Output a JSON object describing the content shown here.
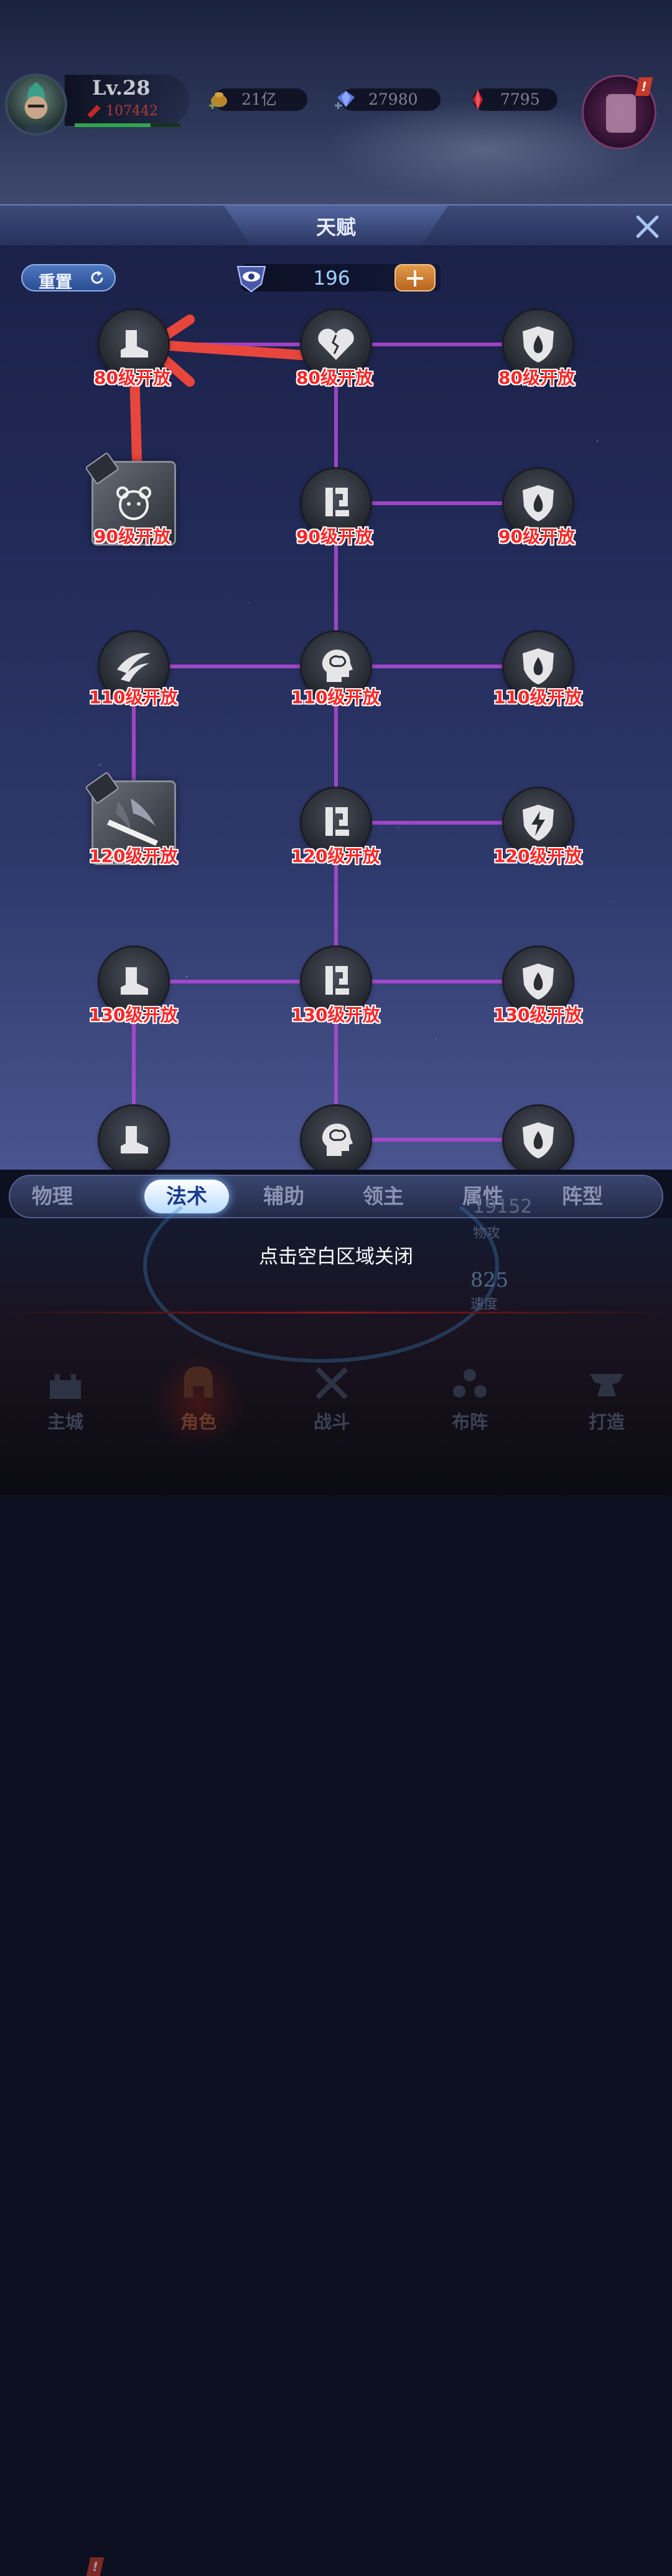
{
  "hud": {
    "level": "Lv.28",
    "power": "107442",
    "gold": "21亿",
    "diamond": "27980",
    "ruby": "7795",
    "alert_mark": "!"
  },
  "panel": {
    "title": "天赋",
    "reset_label": "重置",
    "talent_points": "196"
  },
  "tree": {
    "row1": {
      "left": "80级开放",
      "mid": "80级开放",
      "right": "80级开放"
    },
    "row2": {
      "left": "90级开放",
      "mid": "90级开放",
      "right": "90级开放"
    },
    "row3": {
      "left": "110级开放",
      "mid": "110级开放",
      "right": "110级开放"
    },
    "row4": {
      "left": "120级开放",
      "mid": "120级开放",
      "right": "120级开放"
    },
    "row5": {
      "left": "130级开放",
      "mid": "130级开放",
      "right": "130级开放"
    }
  },
  "tabs": [
    "物理",
    "法术",
    "辅助",
    "领主",
    "属性",
    "阵型"
  ],
  "active_tab": "法术",
  "hint": "点击空白区域关闭",
  "background_stats": {
    "partial_value": "19152",
    "partial_label": "物攻",
    "speed_value": "825",
    "speed_label": "速度"
  },
  "bottom_nav": {
    "main_city": "主城",
    "character": "角色",
    "battle": "战斗",
    "formation": "布阵",
    "forge": "打造"
  },
  "colors": {
    "tree_line": "#b44ad8",
    "lock_label": "#ff2626",
    "arrow": "#e8463c",
    "active_tab_text": "#1b3a8c"
  }
}
